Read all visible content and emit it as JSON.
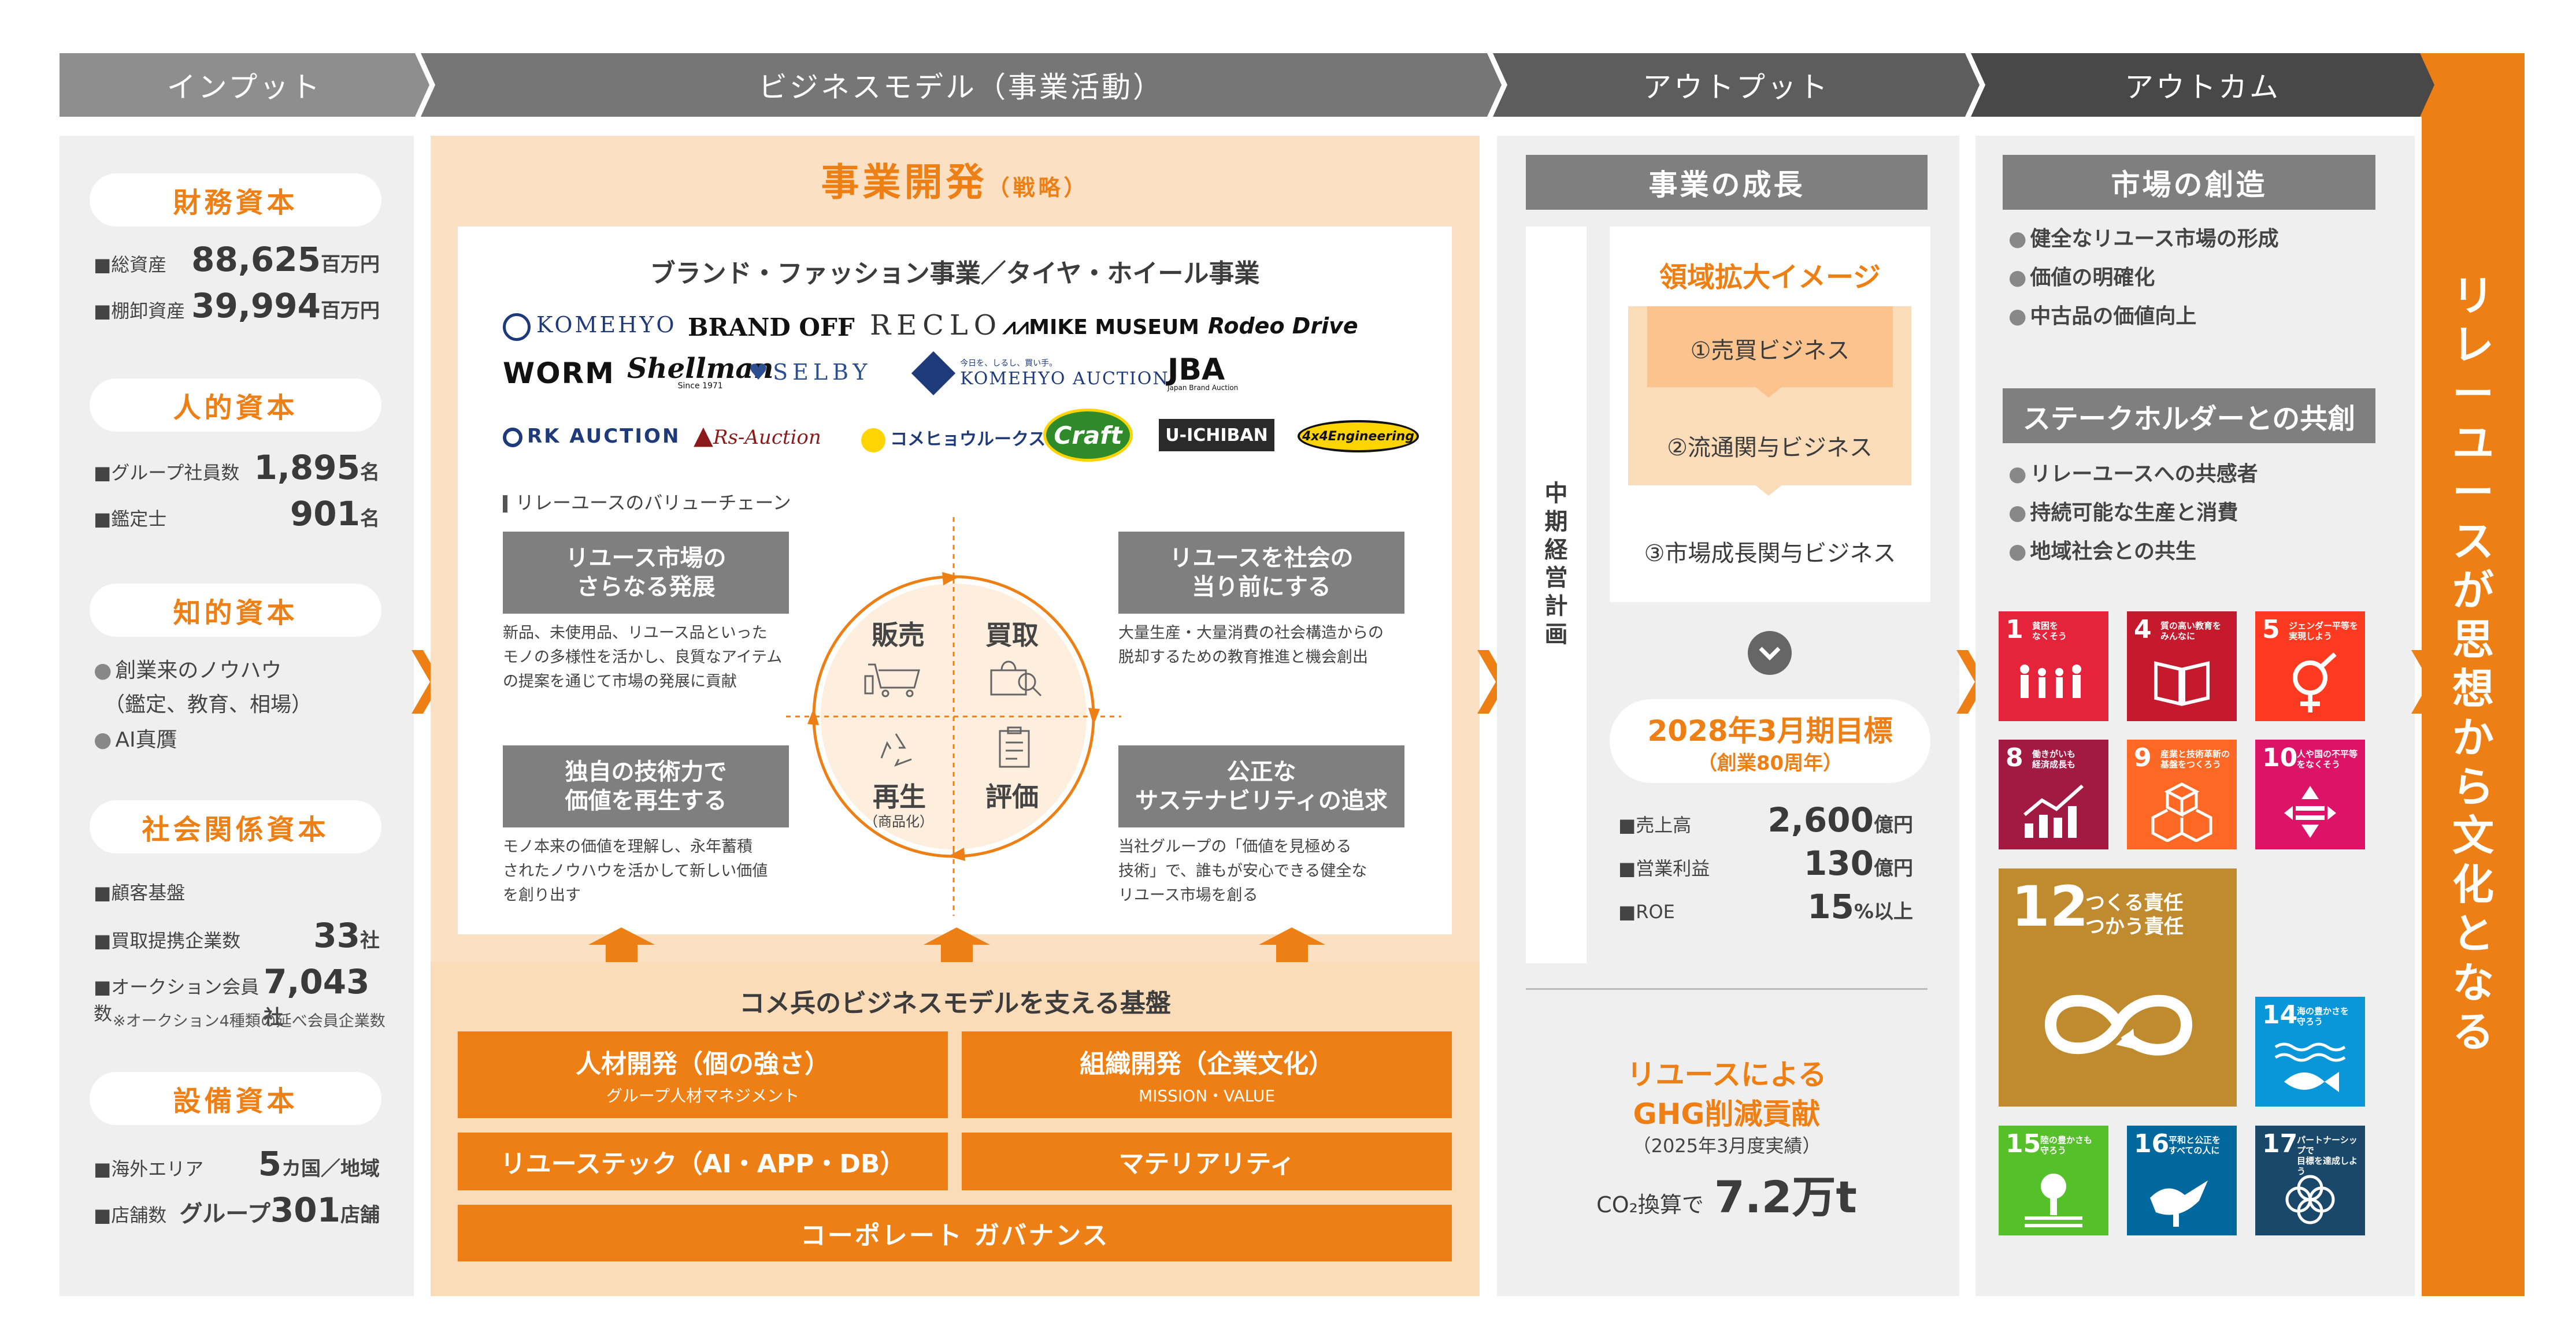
{
  "header": {
    "input": "インプット",
    "model": "ビジネスモデル（事業活動）",
    "output": "アウトプット",
    "outcome": "アウトカム"
  },
  "capitals": {
    "financial": {
      "title": "財務資本",
      "rows": [
        {
          "label": "■総資産",
          "value": "88,625",
          "unit": "百万円"
        },
        {
          "label": "■棚卸資産",
          "value": "39,994",
          "unit": "百万円"
        }
      ]
    },
    "human": {
      "title": "人的資本",
      "rows": [
        {
          "label": "■グループ社員数",
          "value": "1,895",
          "unit": "名"
        },
        {
          "label": "■鑑定士",
          "value": "901",
          "unit": "名"
        }
      ]
    },
    "intellectual": {
      "title": "知的資本",
      "items": [
        "創業来のノウハウ",
        "（鑑定、教育、相場）",
        "AI真贋"
      ]
    },
    "social": {
      "title": "社会関係資本",
      "rows": [
        {
          "label": "■顧客基盤",
          "value": "",
          "unit": ""
        },
        {
          "label": "■買取提携企業数",
          "value": "33",
          "unit": "社"
        },
        {
          "label": "■オークション会員数",
          "value": "7,043",
          "unit": "社"
        }
      ],
      "note": "※オークション4種類の延べ会員企業数"
    },
    "facility": {
      "title": "設備資本",
      "rows": [
        {
          "label": "■海外エリア",
          "value": "5",
          "unit": "カ国／地域"
        },
        {
          "label": "■店舗数",
          "prefix": "グループ",
          "value": "301",
          "unit": "店舗"
        }
      ]
    }
  },
  "business": {
    "title": "事業開発",
    "title_sub": "（戦略）",
    "segment": "ブランド・ファッション事業／タイヤ・ホイール事業",
    "brands": [
      "KOMEHYO",
      "BRAND OFF",
      "RECLO",
      "MIKE MUSEUM",
      "Rodeo Drive",
      "WORM",
      "Shellman",
      "SELBY",
      "KOMEHYO AUCTION",
      "JBA",
      "RK AUCTION",
      "Rs-Auction",
      "コメヒョウルークス",
      "Craft",
      "U-ICHIBAN",
      "4x4Engineering"
    ],
    "shellman_sub": "Since 1971",
    "jba_sub": "Japan Brand Auction",
    "komehyo_auction_sub": "今日を、しるし、買い手。",
    "value_chain_title": "リレーユースのバリューチェーン",
    "quadrants": {
      "tl": {
        "title1": "リユース市場の",
        "title2": "さらなる発展",
        "desc": [
          "新品、未使用品、リユース品といった",
          "モノの多様性を活かし、良質なアイテム",
          "の提案を通じて市場の発展に貢献"
        ]
      },
      "tr": {
        "title1": "リユースを社会の",
        "title2": "当り前にする",
        "desc": [
          "大量生産・大量消費の社会構造からの",
          "脱却するための教育推進と機会創出"
        ]
      },
      "bl": {
        "title1": "独自の技術力で",
        "title2": "価値を再生する",
        "desc": [
          "モノ本来の価値を理解し、永年蓄積",
          "されたノウハウを活かして新しい価値",
          "を創り出す"
        ]
      },
      "br": {
        "title1": "公正な",
        "title2": "サステナビリティの追求",
        "desc": [
          "当社グループの「価値を見極める",
          "技術」で、誰もが安心できる健全な",
          "リユース市場を創る"
        ]
      }
    },
    "cycle": {
      "sell": "販売",
      "buy": "買取",
      "regen": "再生",
      "regen_sub": "（商品化）",
      "eval": "評価"
    },
    "foundation": {
      "title": "コメ兵のビジネスモデルを支える基盤",
      "hr": {
        "title": "人材開発（個の強さ）",
        "sub": "グループ人材マネジメント"
      },
      "org": {
        "title": "組織開発（企業文化）",
        "sub": "MISSION・VALUE"
      },
      "tech": "リユーステック（AI・APP・DB）",
      "materiality": "マテリアリティ",
      "governance": "コーポレート ガバナンス"
    }
  },
  "output": {
    "growth_title": "事業の成長",
    "midterm": [
      "中",
      "期",
      "経",
      "営",
      "計",
      "画"
    ],
    "domain_title": "領域拡大イメージ",
    "domains": [
      "①売買ビジネス",
      "②流通関与ビジネス",
      "③市場成長関与ビジネス"
    ],
    "target_title": "2028年3月期目標",
    "target_sub": "（創業80周年）",
    "targets": [
      {
        "label": "■売上高",
        "value": "2,600",
        "unit": "億円"
      },
      {
        "label": "■営業利益",
        "value": "130",
        "unit": "億円"
      },
      {
        "label": "■ROE",
        "value": "15",
        "unit": "%以上"
      }
    ],
    "ghg_title1": "リユースによる",
    "ghg_title2": "GHG削減貢献",
    "ghg_sub": "（2025年3月度実績）",
    "ghg_label": "CO₂換算で",
    "ghg_value": "7.2万t"
  },
  "outcome": {
    "market_title": "市場の創造",
    "market_items": [
      "健全なリユース市場の形成",
      "価値の明確化",
      "中古品の価値向上"
    ],
    "stake_title": "ステークホルダーとの共創",
    "stake_items": [
      "リレーユースへの共感者",
      "持続可能な生産と消費",
      "地域社会との共生"
    ],
    "sdgs": [
      {
        "num": "1",
        "label": "貧困を\nなくそう",
        "color": "#e5243b"
      },
      {
        "num": "4",
        "label": "質の高い教育を\nみんなに",
        "color": "#c5192d"
      },
      {
        "num": "5",
        "label": "ジェンダー平等を\n実現しよう",
        "color": "#ff3a21"
      },
      {
        "num": "8",
        "label": "働きがいも\n経済成長も",
        "color": "#a21942"
      },
      {
        "num": "9",
        "label": "産業と技術革新の\n基盤をつくろう",
        "color": "#fd6925"
      },
      {
        "num": "10",
        "label": "人や国の不平等\nをなくそう",
        "color": "#dd1367"
      },
      {
        "num": "12",
        "label": "つくる責任\nつかう責任",
        "color": "#bf8b2e"
      },
      {
        "num": "14",
        "label": "海の豊かさを\n守ろう",
        "color": "#0a97d9"
      },
      {
        "num": "15",
        "label": "陸の豊かさも\n守ろう",
        "color": "#56c02b"
      },
      {
        "num": "16",
        "label": "平和と公正を\nすべての人に",
        "color": "#00689d"
      },
      {
        "num": "17",
        "label": "パートナーシップで\n目標を達成しよう",
        "color": "#19486a"
      }
    ]
  },
  "final": {
    "text": [
      "リ",
      "レ",
      "ー",
      "ユ",
      "ー",
      "ス",
      "が",
      "思",
      "想",
      "か",
      "ら",
      "文",
      "化",
      "と",
      "な",
      "る"
    ]
  },
  "colors": {
    "orange": "#ed7f14",
    "light_orange": "#fbe0c3",
    "gray": "#7f7f7f"
  }
}
